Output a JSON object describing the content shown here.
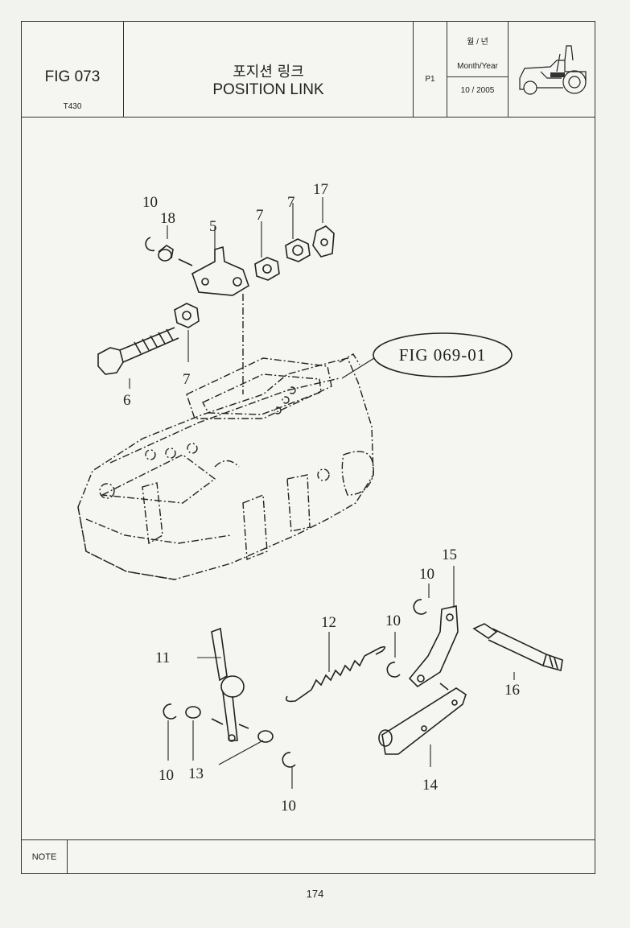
{
  "header": {
    "fig_number": "FIG 073",
    "model": "T430",
    "title_ko": "포지션 링크",
    "title_en": "POSITION LINK",
    "page": "P1",
    "date_label_ko": "월 / 년",
    "date_label_en": "Month/Year",
    "date_value": "10 / 2005"
  },
  "reference_fig": "FIG 069-01",
  "callouts": {
    "c5": "5",
    "c6": "6",
    "c7a": "7",
    "c7b": "7",
    "c7c": "7",
    "c10a": "10",
    "c10b": "10",
    "c10c": "10",
    "c10d": "10",
    "c10e": "10",
    "c11": "11",
    "c12": "12",
    "c13": "13",
    "c14": "14",
    "c15": "15",
    "c16": "16",
    "c17": "17",
    "c18": "18"
  },
  "note_label": "NOTE",
  "page_number": "174",
  "icons": {
    "tractor": "tractor-icon"
  }
}
